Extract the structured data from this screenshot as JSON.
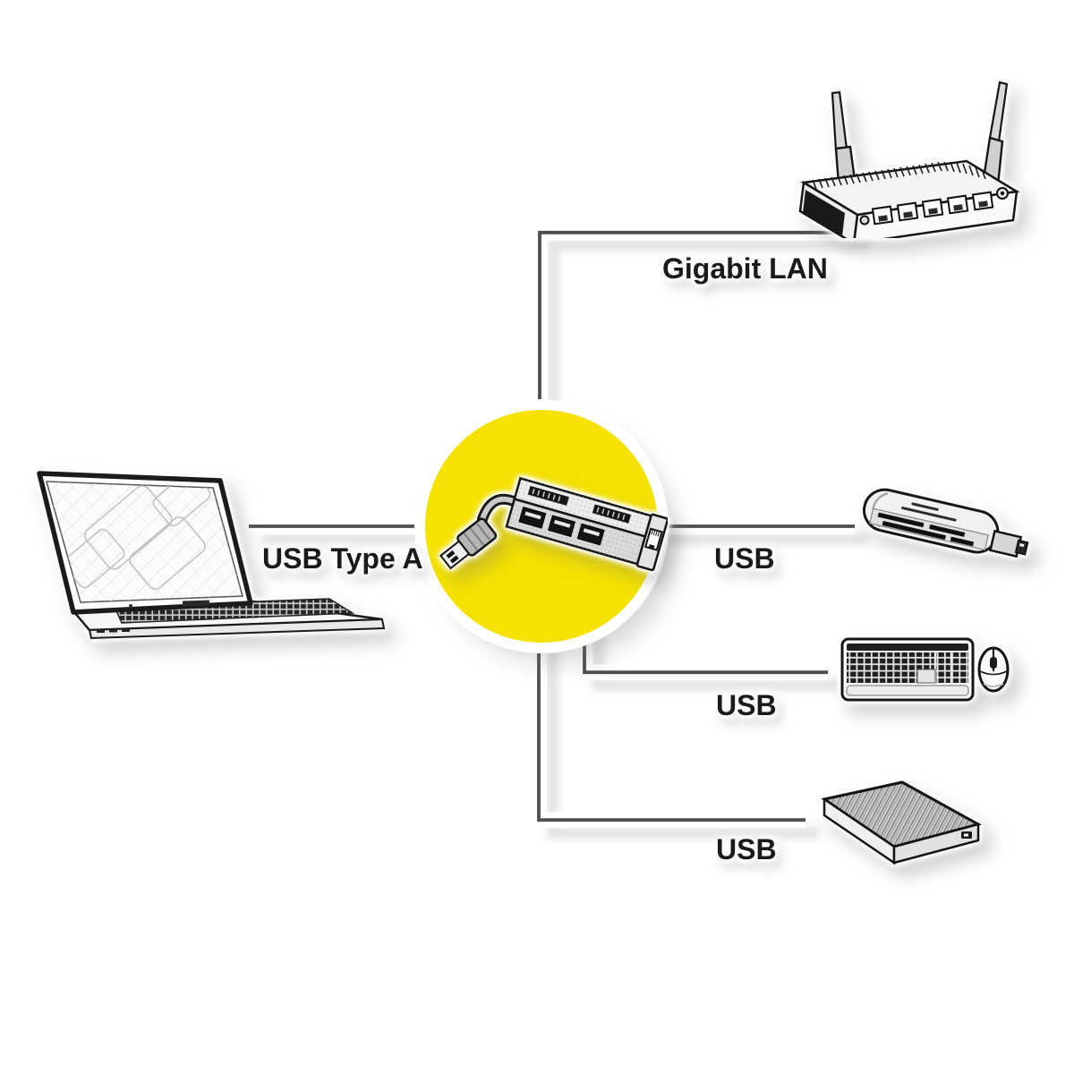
{
  "title": "USB hub with Gigabit Ethernet connectivity diagram",
  "colors": {
    "background": "#ffffff",
    "connector_line": "#4e4e4e",
    "highlight_circle": "#f5e202",
    "label_text": "#1a1a1a",
    "halo": "#ffffff"
  },
  "center": {
    "device": "usb-hub-gigabit-ethernet-adapter",
    "description": "USB Type A hub with 3 USB ports and Gigabit Ethernet RJ45 port"
  },
  "connections": [
    {
      "device": "laptop",
      "label": "USB Type A",
      "position": "left"
    },
    {
      "device": "wireless-router",
      "label": "Gigabit LAN",
      "position": "top-right"
    },
    {
      "device": "usb-card-reader",
      "label": "USB",
      "position": "right"
    },
    {
      "device": "keyboard-and-mouse",
      "label": "USB",
      "position": "lower-right"
    },
    {
      "device": "external-hard-drive",
      "label": "USB",
      "position": "bottom-right"
    }
  ]
}
